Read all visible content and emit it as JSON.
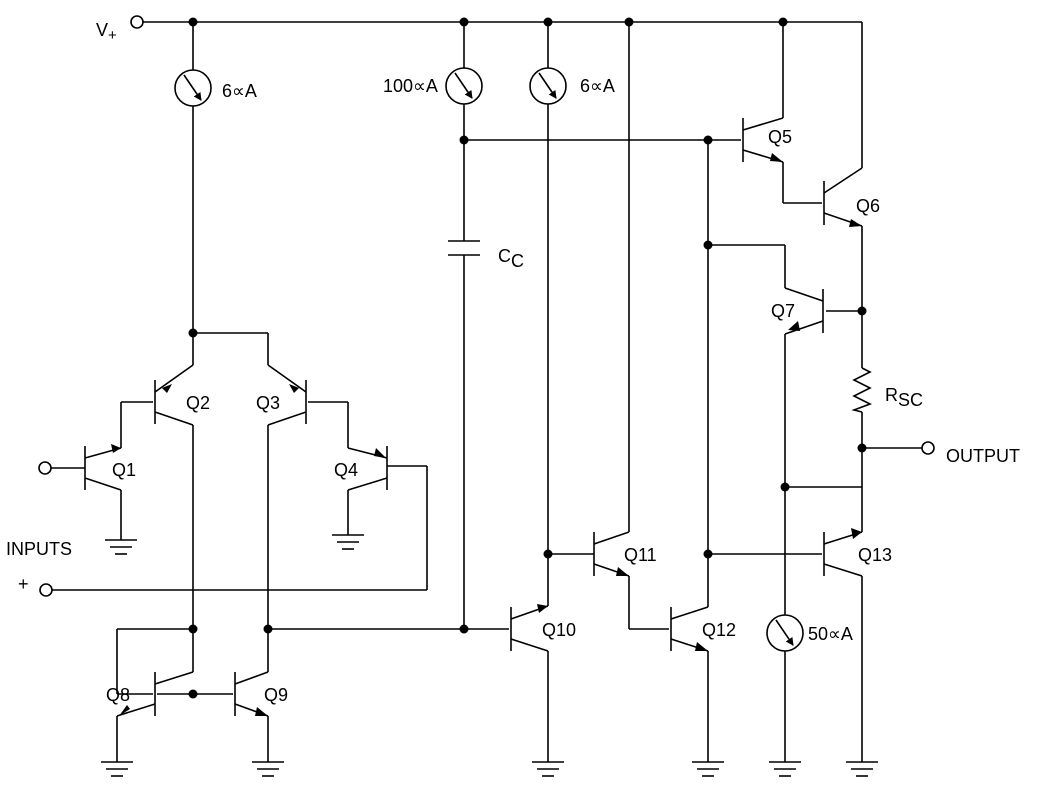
{
  "labels": {
    "vplus_main": "V",
    "vplus_sub": "+",
    "i6_left": "6∝A",
    "i100": "100∝A",
    "i6_right": "6∝A",
    "cc_main": "C",
    "cc_sub": "C",
    "q1": "Q1",
    "q2": "Q2",
    "q3": "Q3",
    "q4": "Q4",
    "q5": "Q5",
    "q6": "Q6",
    "q7": "Q7",
    "q8": "Q8",
    "q9": "Q9",
    "q10": "Q10",
    "q11": "Q11",
    "q12": "Q12",
    "q13": "Q13",
    "rsc_main": "R",
    "rsc_sub": "SC",
    "output": "OUTPUT",
    "inputs": "INPUTS",
    "plus": "+",
    "i50": "50∝A"
  }
}
